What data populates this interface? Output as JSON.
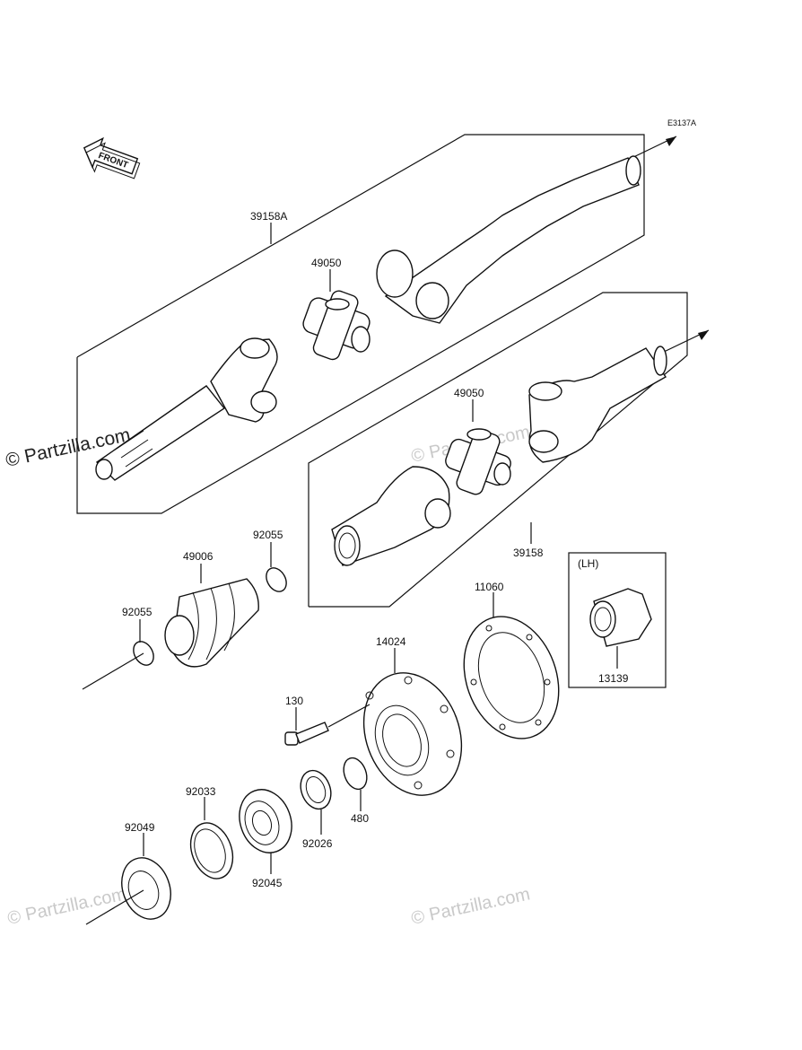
{
  "diagram_code": "E3137A",
  "front_label": "FRONT",
  "lh_label": "(LH)",
  "watermark_main": "© Partzilla.com",
  "watermark_faint": "© Partzilla.com",
  "parts": {
    "p39158A": "39158A",
    "p49050_top": "49050",
    "p49050_mid": "49050",
    "p39158": "39158",
    "p92055_right": "92055",
    "p49006": "49006",
    "p92055_left": "92055",
    "p11060": "11060",
    "p14024": "14024",
    "p13139": "13139",
    "p130": "130",
    "p92033": "92033",
    "p480": "480",
    "p92049": "92049",
    "p92026": "92026",
    "p92045": "92045"
  }
}
